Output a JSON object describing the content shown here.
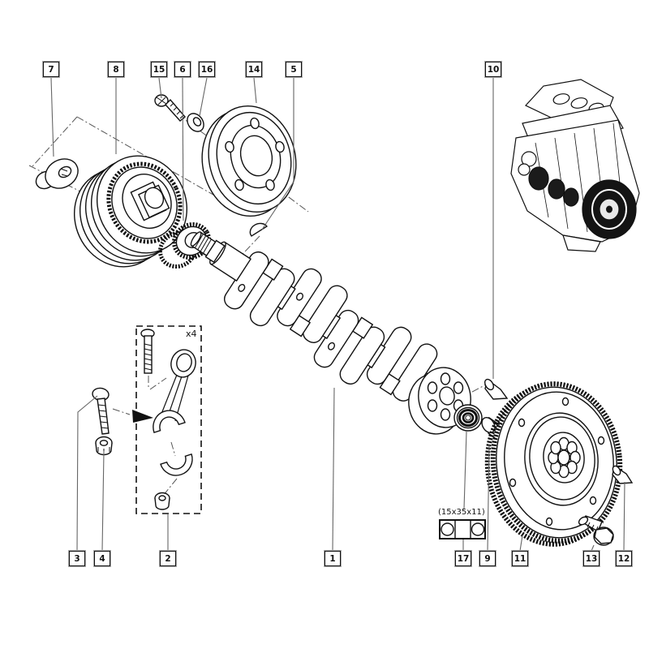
{
  "diagram": {
    "background": "#ffffff",
    "line_color": "#111111",
    "leader_color": "#666666",
    "callouts": {
      "top": [
        {
          "label": "7"
        },
        {
          "label": "8"
        },
        {
          "label": "15"
        },
        {
          "label": "6"
        },
        {
          "label": "16"
        },
        {
          "label": "14"
        },
        {
          "label": "5"
        },
        {
          "label": "10"
        }
      ],
      "bottom": [
        {
          "label": "3"
        },
        {
          "label": "4"
        },
        {
          "label": "2"
        },
        {
          "label": "1"
        },
        {
          "label": "17"
        },
        {
          "label": "9"
        },
        {
          "label": "11"
        },
        {
          "label": "13"
        },
        {
          "label": "12"
        }
      ]
    },
    "annotations": {
      "conrod_quantity": "x4",
      "bearing_dimensions": "(15x35x11)"
    }
  }
}
